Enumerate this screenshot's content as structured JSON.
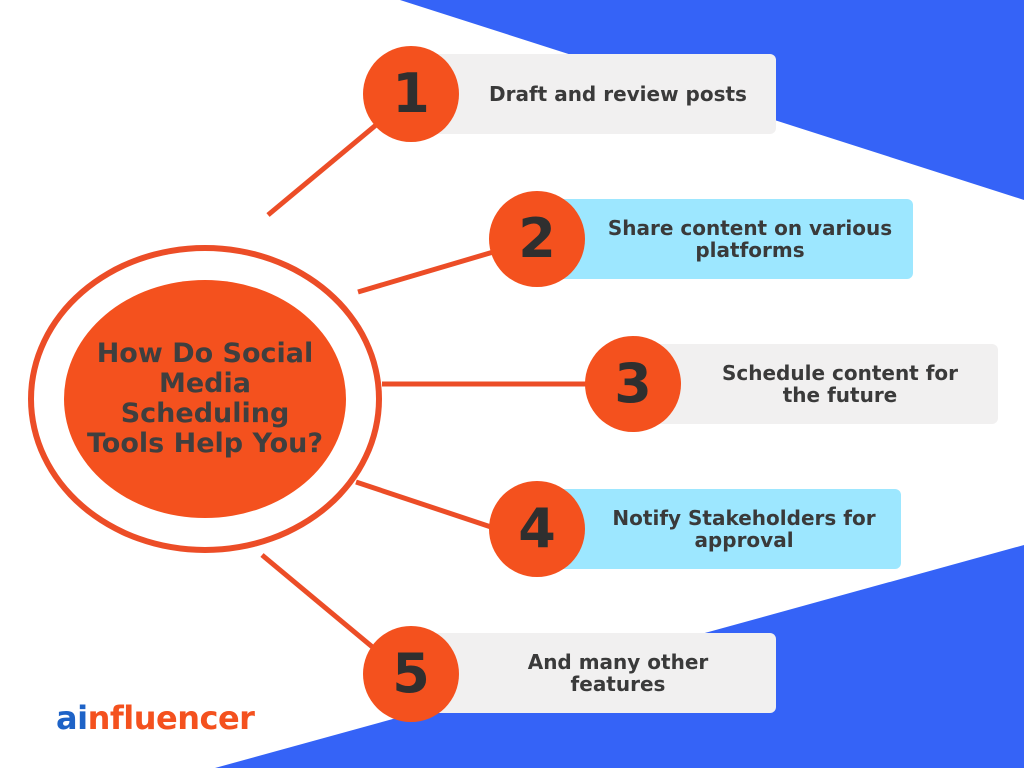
{
  "colors": {
    "accent_orange": "#f4511e",
    "connector_orange": "#ec4d27",
    "background_blue": "#3563f7",
    "card_grey": "#f1f0f0",
    "card_blue": "#9de7ff",
    "text_dark": "#3a3a3a"
  },
  "center": {
    "title": "How Do Social Media Scheduling Tools Help You?"
  },
  "steps": [
    {
      "number": "1",
      "text": "Draft and review posts",
      "card_color": "grey"
    },
    {
      "number": "2",
      "text": "Share content on various platforms",
      "card_color": "blue"
    },
    {
      "number": "3",
      "text": "Schedule content for the future",
      "card_color": "grey"
    },
    {
      "number": "4",
      "text": "Notify Stakeholders for approval",
      "card_color": "blue"
    },
    {
      "number": "5",
      "text": "And many other features",
      "card_color": "grey"
    }
  ],
  "brand": {
    "prefix": "ai",
    "suffix": "nfluencer"
  }
}
